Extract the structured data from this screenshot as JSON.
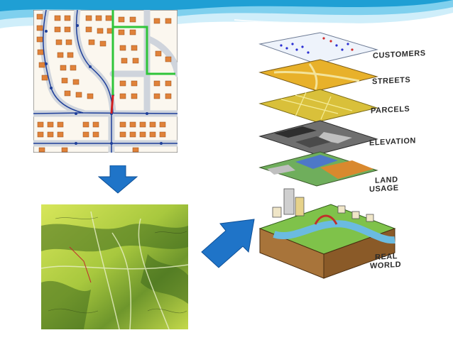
{
  "slide": {
    "background": "#ffffff",
    "header_wave_colors": [
      "#1f9fd4",
      "#7fd0ee",
      "#cfeefa"
    ]
  },
  "left_top_image": {
    "semantic": "street-parcel-map",
    "colors": {
      "parcel": "#e0823a",
      "road": "#cfd4dc",
      "blue_line": "#1e3f9a",
      "green_route": "#2fc53a",
      "red_segment": "#d02020"
    }
  },
  "down_arrow": {
    "color": "#1f74c8",
    "icon": "arrow-down-icon"
  },
  "left_bottom_image": {
    "semantic": "terrain-aerial-map",
    "colors": {
      "terrain_light": "#c9e04a",
      "terrain_dark": "#3f6a1e"
    }
  },
  "right_arrow": {
    "color": "#1f74c8",
    "icon": "arrow-up-right-icon"
  },
  "layer_stack": {
    "labels": {
      "customers": "CUSTOMERS",
      "streets": "STREETS",
      "parcels": "PARCELS",
      "elevation": "ELEVATION",
      "land_usage_line1": "LAND",
      "land_usage_line2": "USAGE",
      "real_world_line1": "REAL",
      "real_world_line2": "WORLD"
    }
  }
}
